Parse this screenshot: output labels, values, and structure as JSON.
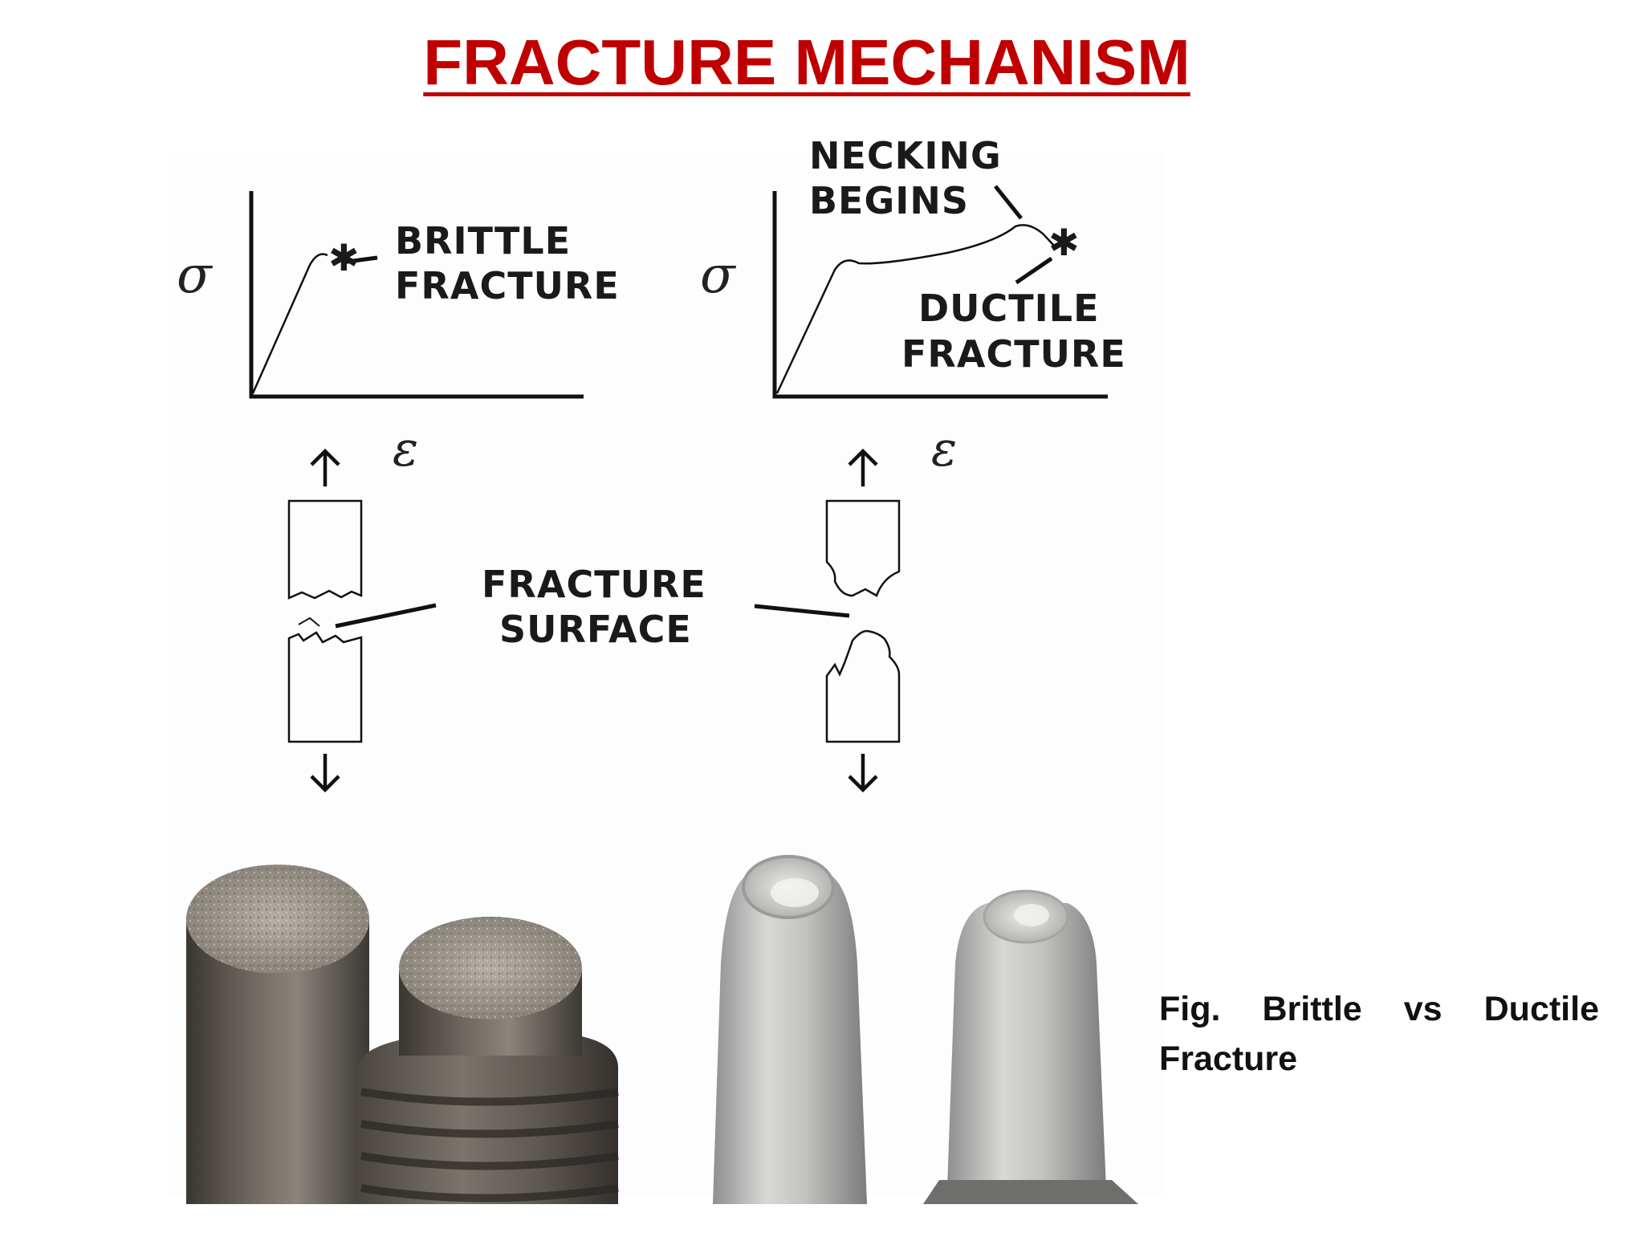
{
  "page": {
    "title": "FRACTURE MECHANISM",
    "title_color": "#c00000",
    "caption": "Fig. Brittle vs Ductile Fracture"
  },
  "diagram": {
    "stress_symbol": "σ",
    "strain_symbol": "ε",
    "brittle": {
      "label_line1": "BRITTLE",
      "label_line2": "FRACTURE"
    },
    "ductile": {
      "necking_line1": "NECKING",
      "necking_line2": "BEGINS",
      "label_line1": "DUCTILE",
      "label_line2": "FRACTURE"
    },
    "fracture_surface": {
      "line1": "FRACTURE",
      "line2": "SURFACE"
    }
  },
  "photo": {
    "left_subject": "brittle-fractured-steel-rods",
    "right_subject": "ductile-fractured-aluminium-rods"
  }
}
